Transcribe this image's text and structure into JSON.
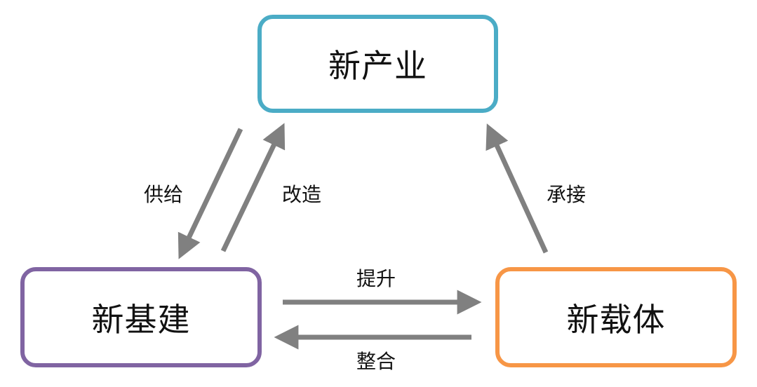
{
  "nodes": {
    "top": "新产业",
    "left": "新基建",
    "right": "新载体"
  },
  "edges": {
    "left_to_top": "改造",
    "top_to_left": "供给",
    "right_to_top": "承接",
    "left_to_right": "提升",
    "right_to_left": "整合"
  },
  "colors": {
    "top_border": "#4bacc6",
    "left_border": "#8064a2",
    "right_border": "#f79646",
    "arrow": "#808080"
  }
}
